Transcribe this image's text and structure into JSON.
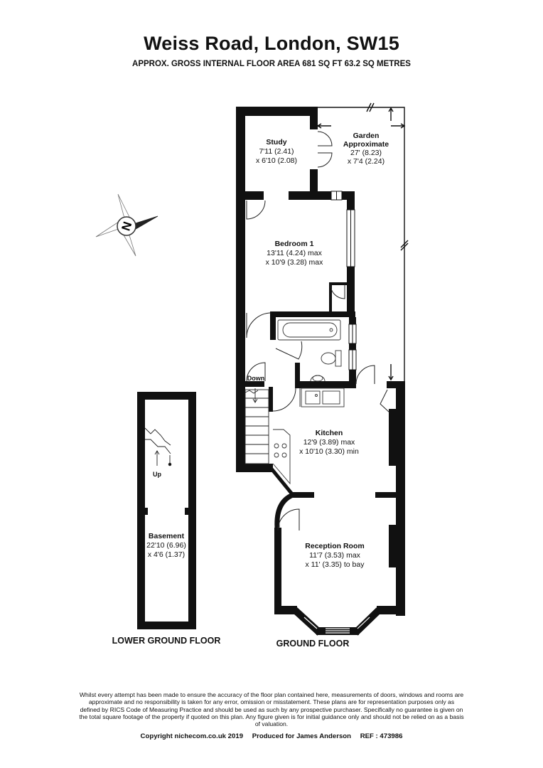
{
  "header": {
    "title": "Weiss Road, London, SW15",
    "subtitle": "APPROX. GROSS INTERNAL FLOOR AREA 681 SQ FT 63.2 SQ METRES"
  },
  "rooms": {
    "study": {
      "name": "Study",
      "dim1": "7'11 (2.41)",
      "dim2": "x 6'10 (2.08)"
    },
    "garden": {
      "name1": "Garden",
      "name2": "Approximate",
      "dim1": "27' (8.23)",
      "dim2": "x 7'4 (2.24)"
    },
    "bedroom": {
      "name": "Bedroom 1",
      "dim1": "13'11 (4.24) max",
      "dim2": "x 10'9 (3.28) max"
    },
    "kitchen": {
      "name": "Kitchen",
      "dim1": "12'9 (3.89) max",
      "dim2": "x 10'10 (3.30) min"
    },
    "reception": {
      "name": "Reception Room",
      "dim1": "11'7 (3.53) max",
      "dim2": "x 11' (3.35) to bay"
    },
    "basement": {
      "name": "Basement",
      "dim1": "22'10 (6.96)",
      "dim2": "x 4'6 (1.37)"
    }
  },
  "stairs": {
    "down": "Down",
    "up": "Up"
  },
  "compass": {
    "letter": "N"
  },
  "floors": {
    "lower": "LOWER GROUND FLOOR",
    "ground": "GROUND FLOOR"
  },
  "footer": {
    "disclaimer": "Whilst every attempt has been made to ensure the accuracy of the floor plan contained here, measurements of doors, windows and rooms are approximate and no responsibility is taken for any error, omission or misstatement. These plans are for representation purposes only as defined by RICS Code of Measuring Practice and should be used as such by any prospective purchaser. Specifically no guarantee is given on the total square footage of the property if quoted on this plan. Any figure given is for initial guidance only and should not be relied on as a basis of valuation.",
    "copyright": "Copyright nichecom.co.uk 2019",
    "produced": "Produced for James Anderson",
    "ref": "REF : 473986"
  },
  "colors": {
    "wall": "#111111",
    "background": "#ffffff"
  }
}
